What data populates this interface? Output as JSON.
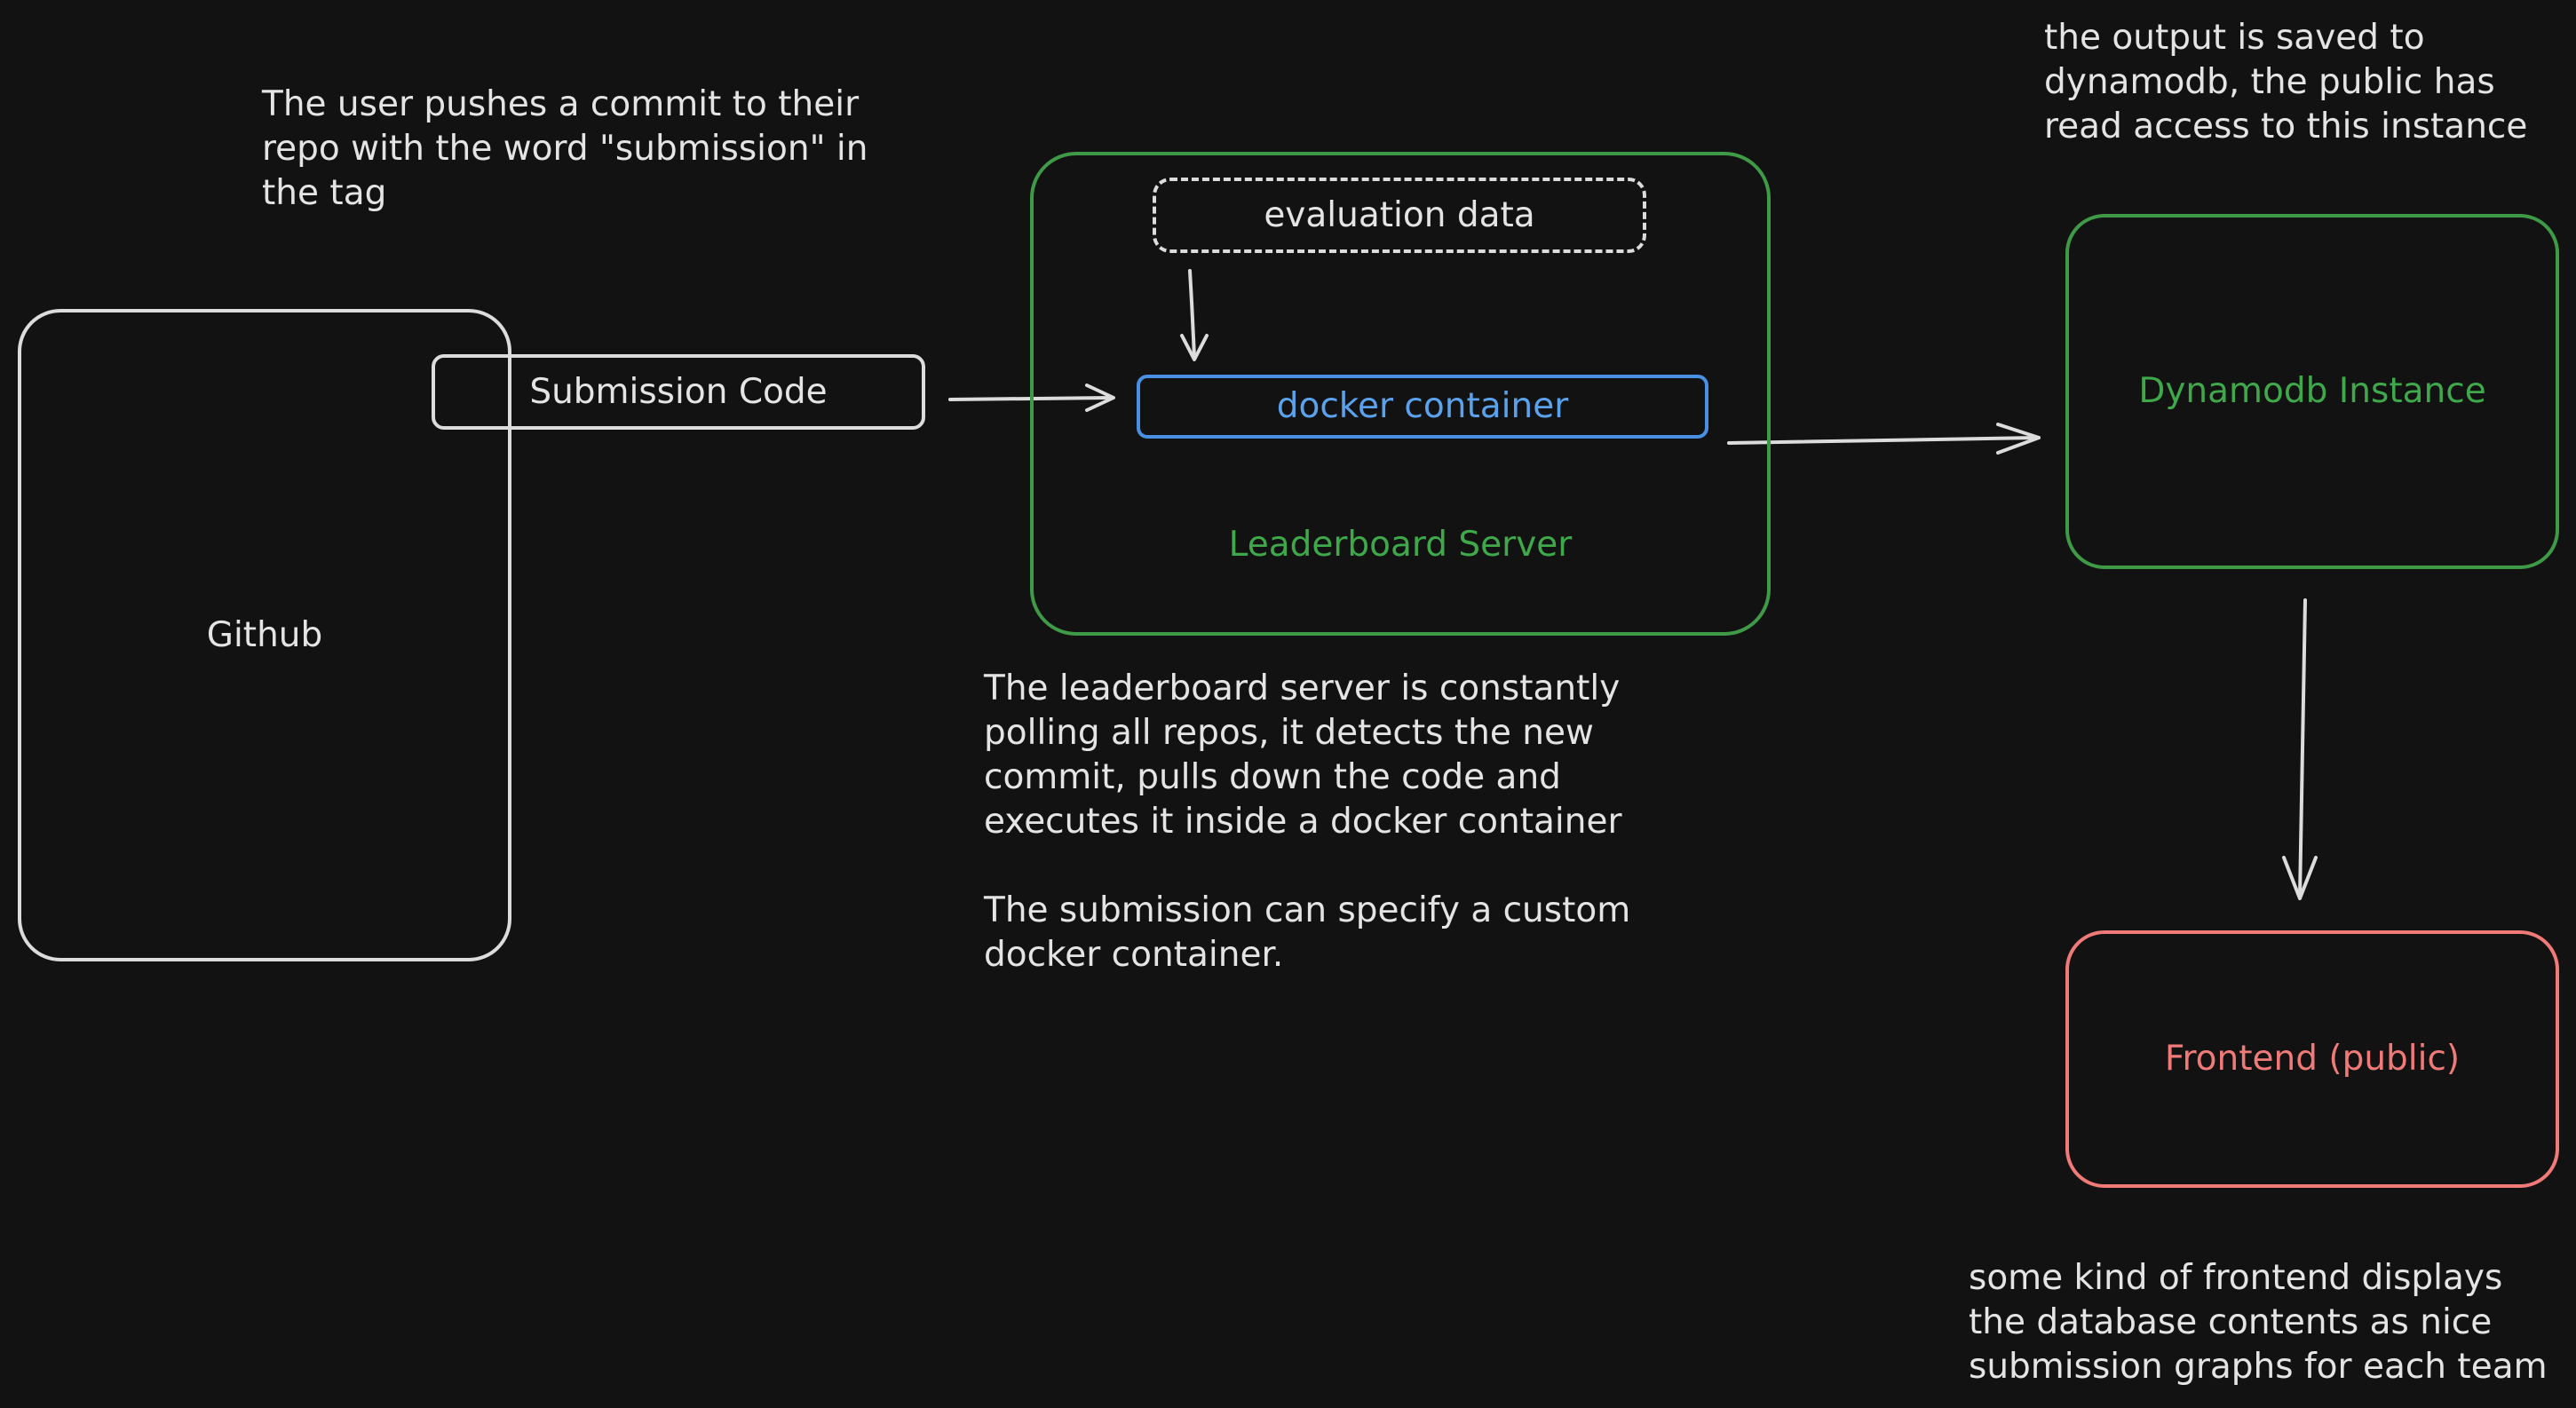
{
  "colors": {
    "background": "#121212",
    "neutral": "#dcdcdc",
    "green": "#3f9a48",
    "blue": "#4a90e2",
    "red": "#f07a78"
  },
  "nodes": {
    "github": "Github",
    "submission_code": "Submission Code",
    "evaluation_data": "evaluation data",
    "docker_container": "docker container",
    "leaderboard_server": "Leaderboard Server",
    "dynamodb_instance": "Dynamodb Instance",
    "frontend": "Frontend (public)"
  },
  "notes": {
    "user_push": "The user pushes a commit to their\nrepo with the word \"submission\" in\nthe tag",
    "server_polling": "The leaderboard server is constantly\npolling all repos, it detects the new\ncommit, pulls down the code and\nexecutes it inside a docker container\n\nThe submission can specify a custom\ndocker container.",
    "dynamodb_output": "the output is saved to\ndynamodb, the public has\nread access to this instance",
    "frontend_display": "some kind of frontend displays\nthe database contents as nice\nsubmission graphs for each team"
  }
}
